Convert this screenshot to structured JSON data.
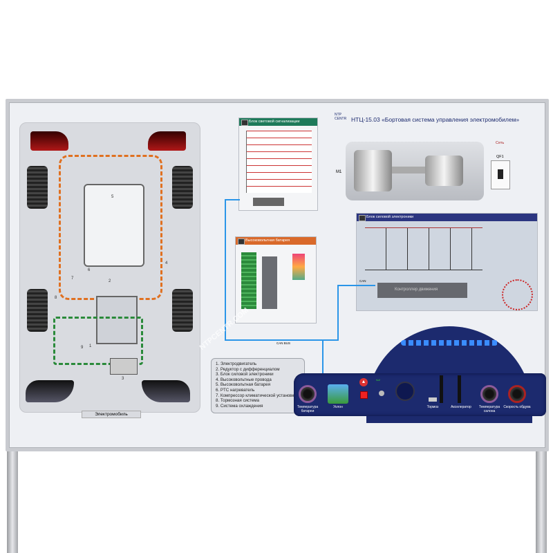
{
  "header": {
    "logo": "NTP CENTR",
    "title": "НТЦ-15.03 «Бортовая система управления электромобилем»"
  },
  "blocks": {
    "light_signal": "Блок световой сигнализации",
    "battery": "Высоковольтная батарея",
    "power_electronics": "Блок силовой электроники",
    "motion_controller": "Контроллер движения"
  },
  "bus": {
    "can": "CAN",
    "can_bus": "CAN BUS"
  },
  "motor": {
    "label": "M1"
  },
  "breaker": {
    "network": "Сеть",
    "label": "QF1"
  },
  "car": {
    "caption": "Электромобиль",
    "numbers": [
      "1",
      "2",
      "3",
      "4",
      "5",
      "6",
      "7",
      "8",
      "9"
    ]
  },
  "legend": [
    "1. Электродвигатель",
    "2. Редуктор с дифференциалом",
    "3. Блок силовой электроники",
    "4. Высоковольтные провода",
    "5. Высоковольтная батарея",
    "6. PTC нагреватель",
    "7. Компрессор климатической установки",
    "8. Тормозная система",
    "9. Система охлаждения"
  ],
  "controls": {
    "battery_temp": "Температура батареи",
    "slope": "Уклон",
    "brake": "Тормоз",
    "accelerator": "Акселератор",
    "cabin_temp": "Температура салона",
    "fan_speed": "Скорость обдува"
  },
  "watermark": "NTPCENTR.COM",
  "colors": {
    "panel": "#1c2a6e",
    "can_wire": "#2a95e8",
    "light_header": "#1e7a5a",
    "battery_header": "#d9692a",
    "power_header": "#2b3580"
  }
}
